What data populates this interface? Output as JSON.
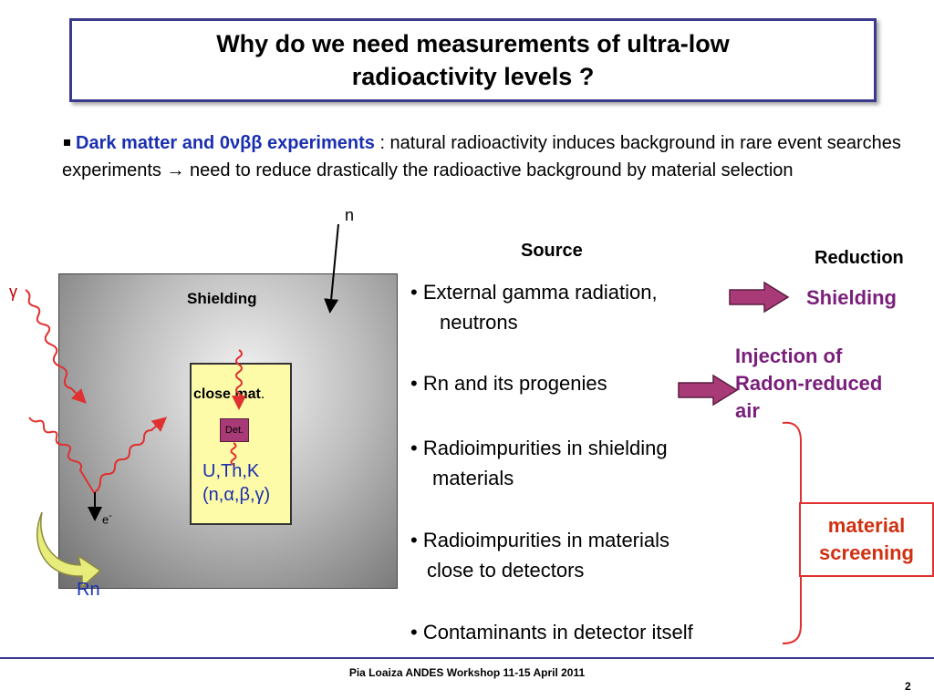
{
  "title": {
    "line1": "Why do we need measurements of ultra-low",
    "line2": "radioactivity levels ?"
  },
  "intro": {
    "highlight": "Dark matter and 0νββ experiments",
    "text": " : natural radioactivity induces background in rare event searches experiments → need to reduce drastically the radioactive background by material selection"
  },
  "diagram": {
    "shielding_label": "Shielding",
    "close_label_bold": "close mat",
    "close_label_tail": ".",
    "detector_label": "Det.",
    "uthk_line1": "U,Th,K",
    "uthk_line2": "(n,α,β,γ)",
    "gamma_label": "γ",
    "neutron_label": "n",
    "electron_label": "e",
    "electron_sup": "-",
    "rn_label": "Rn"
  },
  "headers": {
    "source": "Source",
    "reduction": "Reduction"
  },
  "sources": [
    {
      "line1": "• External gamma radiation,",
      "line2": "neutrons"
    },
    {
      "line1": "• Rn and its progenies",
      "line2": ""
    },
    {
      "line1": "• Radioimpurities in shielding",
      "line2": "materials"
    },
    {
      "line1": "• Radioimpurities in materials",
      "line2": "close to detectors"
    },
    {
      "line1": "• Contaminants in detector itself",
      "line2": ""
    }
  ],
  "reductions": {
    "shielding": "Shielding",
    "injection_line1": "Injection of",
    "injection_line2": "Radon-reduced",
    "injection_line3": "air",
    "screening_line1": "material",
    "screening_line2": "screening"
  },
  "footer": {
    "text": "Pia Loaiza ANDES Workshop 11-15 April 2011",
    "page": "2"
  },
  "colors": {
    "title_border": "#3a3a8c",
    "highlight_blue": "#1a2fb0",
    "reduction_purple": "#7a1f7a",
    "arrow_fill": "#a83a78",
    "screening_red": "#d03010",
    "wave_red": "#e03030"
  }
}
